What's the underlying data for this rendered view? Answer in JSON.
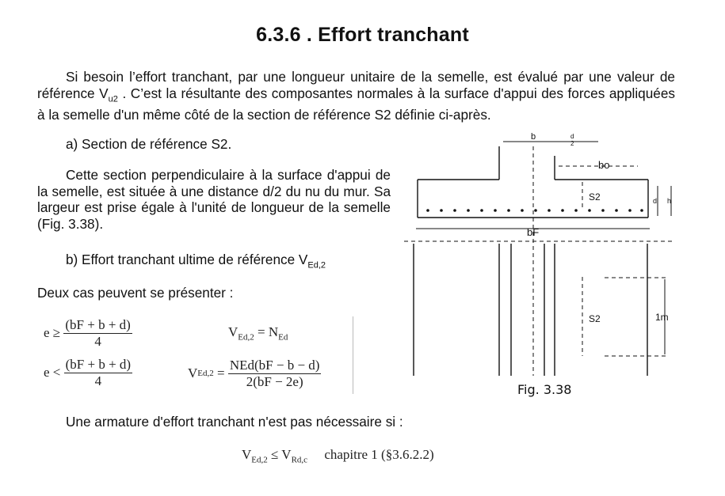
{
  "section": {
    "title": "6.3.6 . Effort tranchant"
  },
  "intro": {
    "line1": "Si besoin l’effort tranchant, par une longueur unitaire de la semelle, est évalué par une valeur de référence V",
    "sub1": "u2",
    "line2": " . C’est la résultante des composantes normales à la surface d'appui des forces appliquées à la semelle d'un même côté de la section de référence S2 définie ci-après."
  },
  "part_a": {
    "heading": "a) Section de référence S2.",
    "body": "Cette section perpendiculaire à la surface d'appui de la semelle, est située à une distance d/2 du nu du mur. Sa largeur est prise égale à l'unité de longueur de la semelle (Fig. 3.38)."
  },
  "part_b": {
    "heading": "b) Effort tranchant ultime de référence V",
    "heading_sub": "Ed,2"
  },
  "cases_intro": "Deux cas peuvent se présenter :",
  "formulas": {
    "case1_cond": "e ≥",
    "case1_num": "(bF + b + d)",
    "case1_den": "4",
    "case1_lhs": "V",
    "case1_lhs_sub": "Ed,2",
    "case1_eq": " = N",
    "case1_rhs_sub": "Ed",
    "case2_cond": "e <",
    "case2_num": "(bF + b + d)",
    "case2_den": "4",
    "case2_lhs": "V",
    "case2_lhs_sub": "Ed,2",
    "case2_eq": "=",
    "case2_frac_num": "NEd(bF − b − d)",
    "case2_frac_den": "2(bF − 2e)"
  },
  "conclusion": "Une armature d'effort tranchant n'est pas nécessaire si :",
  "final_formula": {
    "lhs": "V",
    "lhs_sub": "Ed,2",
    "op": " ≤ V",
    "rhs_sub": "Rd,c",
    "ref": "chapitre 1 (§3.6.2.2)"
  },
  "figure": {
    "caption": "Fig. 3.38",
    "labels": {
      "b_top": "b",
      "half_num": "d",
      "half_den": "2",
      "bo": "bo",
      "s2_section": "S2",
      "d_label": "d",
      "h_label": "h",
      "bF": "bF",
      "s2_plan": "S2",
      "one_m": "1m"
    }
  }
}
